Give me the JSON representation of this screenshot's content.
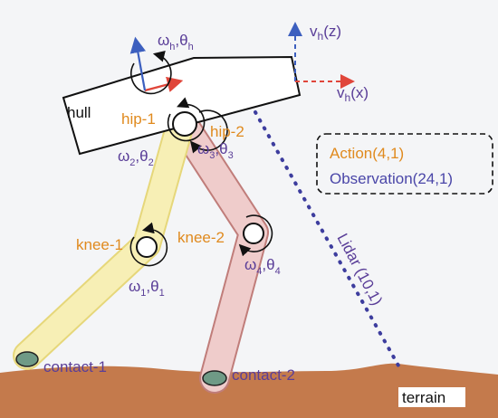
{
  "labels": {
    "hull": "hull",
    "hull_omega": "ω",
    "hull_omega_sub": "h",
    "hull_sep": ",θ",
    "hull_theta_sub": "h",
    "hip1": "hip-1",
    "hip2": "hip-2",
    "knee1": "knee-1",
    "knee2": "knee-2",
    "contact1": "contact-1",
    "contact2": "contact-2",
    "terrain": "terrain",
    "lidar": "Lidar (10,1)",
    "vz_v": "v",
    "vz_sub": "h",
    "vz_rest": "(z)",
    "vx_v": "v",
    "vx_sub": "h",
    "vx_rest": "(x)",
    "w2": "ω",
    "w2_sub": "2",
    "w2_sep": ",θ",
    "t2_sub": "2",
    "w3": "ω",
    "w3_sub": "3",
    "w3_sep": ",θ",
    "t3_sub": "3",
    "w4": "ω",
    "w4_sub": "4",
    "w4_sep": ",θ",
    "t4_sub": "4",
    "w1": "ω",
    "w1_sub": "1",
    "w1_sep": ",θ",
    "t1_sub": "1"
  },
  "info_box": {
    "action": "Action(4,1)",
    "observation": "Observation(24,1)"
  },
  "colors": {
    "background": "#f4f5f7",
    "leg1_fill": "#f7efb5",
    "leg1_stroke": "#e6d77a",
    "leg2_fill": "#efcccb",
    "leg2_stroke": "#c07d7a",
    "terrain": "#c47a4c",
    "foot": "#6f9a86",
    "lidar": "#3d3d9e",
    "arrow_red": "#e0463a",
    "arrow_blue": "#3c5fbf",
    "orange_text": "#e08a1e",
    "purple_text": "#5a3e98"
  }
}
